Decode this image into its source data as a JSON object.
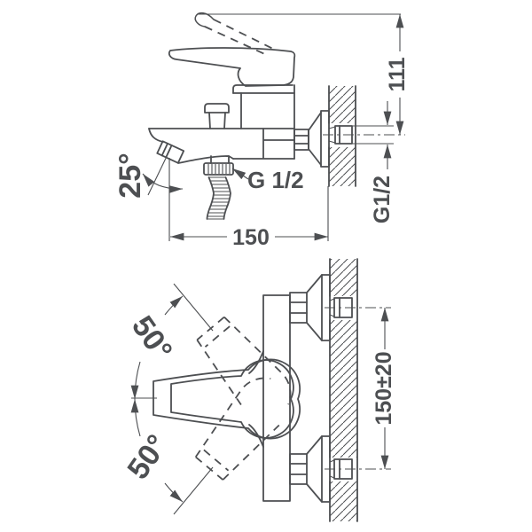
{
  "theme": {
    "ink": "#4d4f52",
    "paper": "#ffffff"
  },
  "drawing": {
    "title": "bath-shower-mixer-installation-drawing",
    "side_view": {
      "height_dim": "111",
      "wall_thread_dim": "G1/2",
      "hose_thread_label": "G 1/2",
      "width_dim": "150",
      "spout_angle_dim": "25°"
    },
    "plan_view": {
      "handle_swing_upper_dim": "50°",
      "handle_swing_lower_dim": "50°",
      "inlet_spacing_dim": "150±20"
    }
  }
}
